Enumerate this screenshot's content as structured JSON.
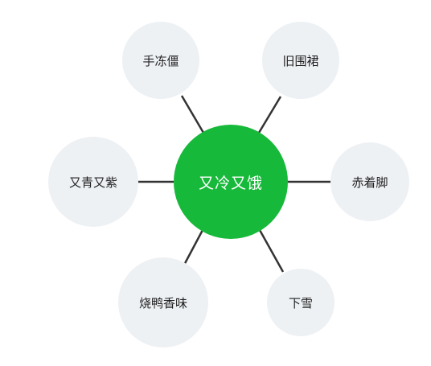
{
  "diagram": {
    "center": {
      "label": "又冷又饿",
      "color": "#17b93a"
    },
    "leaves": [
      {
        "id": "top-left",
        "label": "手冻僵"
      },
      {
        "id": "top-right",
        "label": "旧围裙"
      },
      {
        "id": "left",
        "label": "又青又紫"
      },
      {
        "id": "right",
        "label": "赤着脚"
      },
      {
        "id": "bottom-left",
        "label": "烧鸭香味"
      },
      {
        "id": "bottom-right",
        "label": "下雪"
      }
    ],
    "leaf_color": "#eef1f4",
    "link_color": "#333333"
  }
}
